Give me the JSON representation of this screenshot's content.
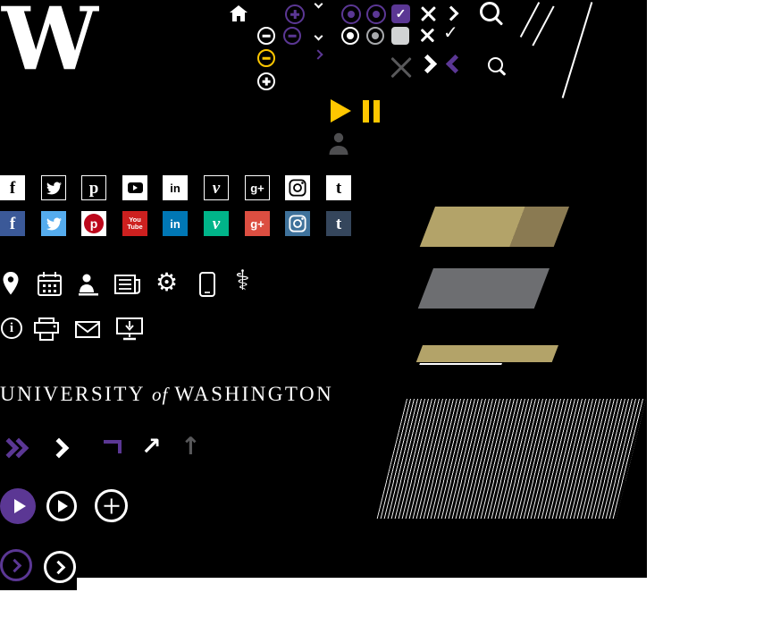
{
  "sheet": {
    "description": "University of Washington web asset sprite sheet"
  },
  "colors": {
    "black": "#000000",
    "white": "#ffffff",
    "purple": "#5b3794",
    "gold": "#ffc700",
    "tan": "#b3a369",
    "tan-dark": "#8a7a52",
    "gray-shape": "#6d6e71",
    "gray-icon": "#58585a",
    "gray-light": "#d1d3d4",
    "gray-mid": "#a7a9ac"
  },
  "logo": {
    "letter": "W"
  },
  "wordmark": {
    "university": "UNIVERSITY",
    "of": "of",
    "washington": "WASHINGTON"
  },
  "glyphs": {
    "check": "✓",
    "gear": "⚙",
    "caduceus": "⚕",
    "info": "i",
    "arrow-up-right": "↗",
    "arrow-up": "↑"
  },
  "social": {
    "mono": [
      {
        "name": "facebook",
        "glyph": "f"
      },
      {
        "name": "twitter",
        "glyph": ""
      },
      {
        "name": "pinterest",
        "glyph": "p"
      },
      {
        "name": "youtube",
        "glyph": ""
      },
      {
        "name": "linkedin",
        "glyph": "in"
      },
      {
        "name": "vine",
        "glyph": "v"
      },
      {
        "name": "googleplus",
        "glyph": "g+"
      },
      {
        "name": "instagram",
        "glyph": ""
      },
      {
        "name": "tumblr",
        "glyph": "t"
      }
    ],
    "color": [
      {
        "name": "facebook",
        "glyph": "f",
        "bg": "#3b5998"
      },
      {
        "name": "twitter",
        "bg": "#55acee"
      },
      {
        "name": "pinterest",
        "glyph": "p",
        "bg": "#ffffff",
        "badge": "#bd081c"
      },
      {
        "name": "youtube",
        "line1": "You",
        "line2": "Tube",
        "bg": "#cd201f"
      },
      {
        "name": "linkedin",
        "glyph": "in",
        "bg": "#0077b5"
      },
      {
        "name": "vine",
        "glyph": "v",
        "bg": "#00b489"
      },
      {
        "name": "googleplus",
        "glyph": "g+",
        "bg": "#dc4e41"
      },
      {
        "name": "instagram",
        "bg": "#3f729b"
      },
      {
        "name": "tumblr",
        "glyph": "t",
        "bg": "#35465c"
      }
    ]
  },
  "icon_names": [
    "home",
    "plus-circle",
    "minus-circle",
    "radio-button",
    "checkbox",
    "close",
    "caret",
    "chevron",
    "search",
    "play",
    "pause",
    "user",
    "location-pin",
    "calendar",
    "advising",
    "news",
    "gear",
    "mobile-phone",
    "health",
    "info",
    "printer",
    "email",
    "download-monitor",
    "external-link",
    "back-to-top"
  ]
}
